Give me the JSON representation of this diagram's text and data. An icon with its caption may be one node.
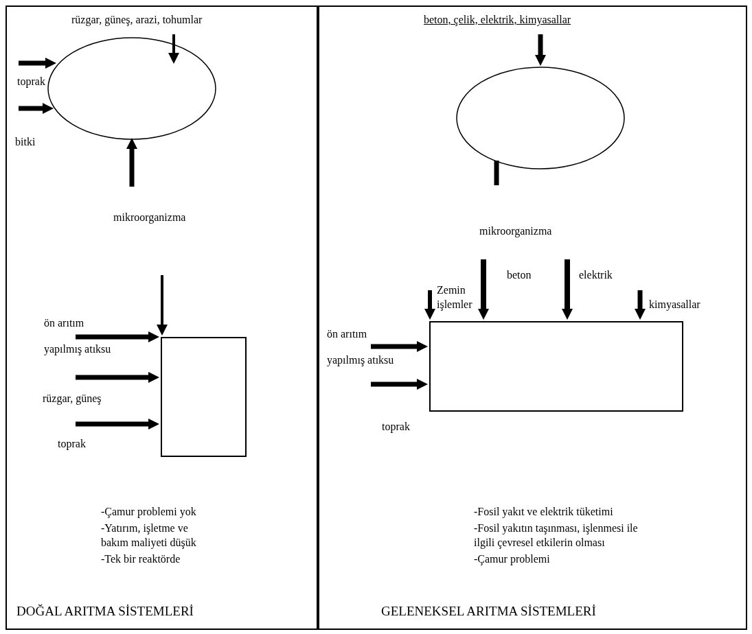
{
  "diagram": {
    "nodes": [
      {
        "text": [
          "DOĞAL ARITMA SİSTEMLERİ"
        ]
      },
      {
        "text": [],
        "shape": "ellipse",
        "in": 0
      },
      {
        "text": [],
        "shape": "box",
        "in": 0
      },
      {
        "text": [
          "GELENEKSEL ARITMA SİSTEMLERİ"
        ]
      },
      {
        "text": [],
        "shape": "ellipse",
        "in": 3
      },
      {
        "text": [],
        "shape": "box",
        "in": 3
      },
      {
        "text": [
          "ön arıtım yapılmış atıksu"
        ],
        "in": 0
      },
      {
        "text": [
          "ön arıtım yapılmış atıksu"
        ],
        "in": 3
      }
    ],
    "edges": [
      {
        "from": null,
        "to": 1,
        "arrow": "to"
      },
      {
        "from": null,
        "to": 1,
        "arrow": "to"
      },
      {
        "from": null,
        "to": 1,
        "arrow": "to"
      },
      {
        "from": null,
        "to": 1,
        "arrow": "to"
      },
      {
        "from": null,
        "to": 2,
        "arrow": "to"
      },
      {
        "from": 6,
        "to": 2,
        "arrow": "to"
      },
      {
        "from": null,
        "to": 2,
        "arrow": "to"
      },
      {
        "from": null,
        "to": 2,
        "arrow": "to"
      },
      {
        "from": null,
        "to": 4,
        "arrow": "to"
      },
      {
        "from": 4,
        "to": null,
        "arrow": "none"
      },
      {
        "from": null,
        "to": 5,
        "arrow": "to"
      },
      {
        "from": null,
        "to": 5,
        "arrow": "to"
      },
      {
        "from": null,
        "to": 5,
        "arrow": "to"
      },
      {
        "from": null,
        "to": 5,
        "arrow": "to"
      },
      {
        "from": 7,
        "to": 5,
        "arrow": "to"
      },
      {
        "from": null,
        "to": 5,
        "arrow": "to"
      }
    ],
    "labels": [
      "rüzgar, güneş, arazi, tohumlar",
      "beton, çelik, elektrik, kimyasallar",
      "toprak",
      "bitki",
      "mikroorganizma",
      "mikroorganizma",
      "beton",
      "elektrik",
      "Zemin işlemler",
      "kimyasallar",
      "rüzgar, güneş",
      "toprak",
      "toprak",
      "-Çamur problemi yok",
      "-Yatırım, işletme ve bakım maliyeti düşük",
      "-Tek bir reaktörde",
      "-Fosil yakıt ve elektrik tüketimi",
      "-Fosil yakıtın taşınması, işlenmesi ile ilgili çevresel etkilerin olması",
      "-Çamur problemi"
    ]
  }
}
